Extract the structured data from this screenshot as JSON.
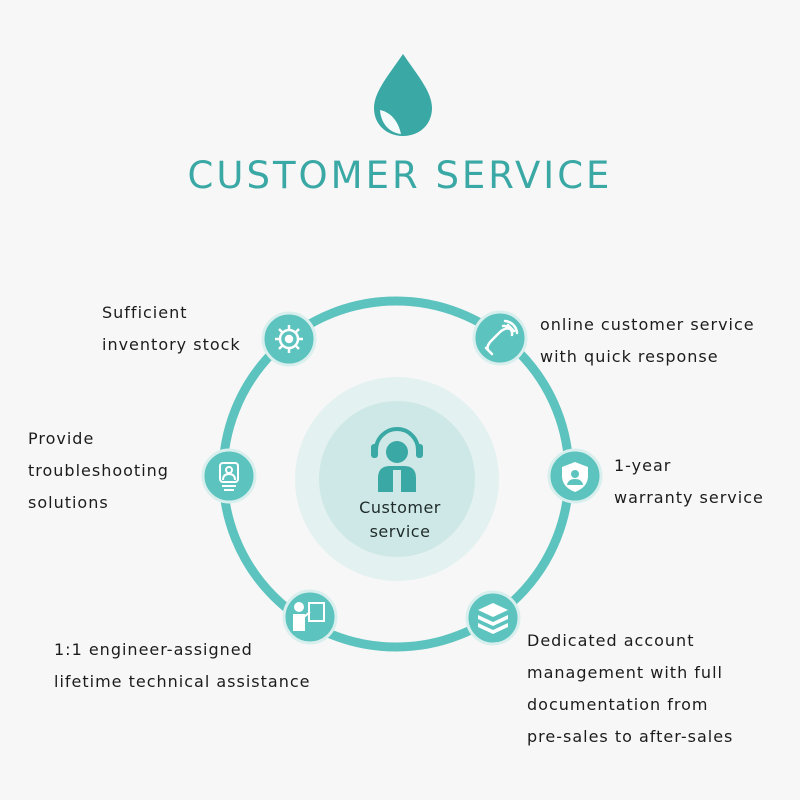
{
  "header": {
    "title": "CUSTOMER SERVICE"
  },
  "colors": {
    "accent": "#3aa8a4",
    "ring": "#5cc3be",
    "node": "#5cc3be",
    "center_outer": "#e3f1f0",
    "center_inner": "#cde8e6",
    "text": "#1c1c1c"
  },
  "center": {
    "label_line1": "Customer",
    "label_line2": "service",
    "icon": "headset-agent-icon"
  },
  "nodes": [
    {
      "id": "inventory",
      "icon": "gear-wrench-icon",
      "lines": [
        "Sufficient",
        "inventory stock"
      ]
    },
    {
      "id": "online",
      "icon": "phone-icon",
      "lines": [
        "online customer service",
        "with quick response"
      ]
    },
    {
      "id": "warranty",
      "icon": "shield-user-icon",
      "lines": [
        "1-year",
        "warranty service"
      ]
    },
    {
      "id": "account",
      "icon": "layers-icon",
      "lines": [
        "Dedicated account",
        "management with full",
        "documentation from",
        "pre-sales to after-sales"
      ]
    },
    {
      "id": "engineer",
      "icon": "engineer-board-icon",
      "lines": [
        "1:1 engineer-assigned",
        "lifetime technical assistance"
      ]
    },
    {
      "id": "troubleshoot",
      "icon": "lightbulb-icon",
      "lines": [
        "Provide",
        "troubleshooting",
        "solutions"
      ]
    }
  ]
}
